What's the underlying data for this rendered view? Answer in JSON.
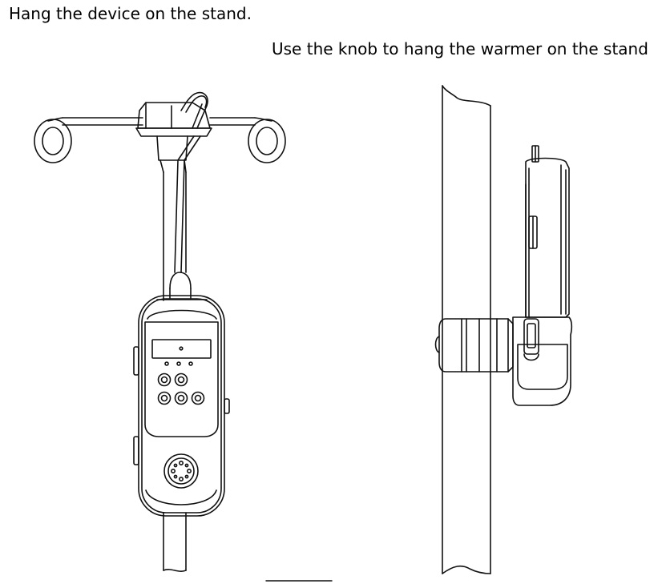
{
  "captions": {
    "left": "Hang the device on the stand.",
    "right": "Use the knob to hang the warmer on the stand"
  },
  "colors": {
    "background": "#ffffff",
    "line": "#111111",
    "text": "#000000"
  },
  "illustrations": {
    "left": "front-view-device-hanging-on-iv-pole",
    "right": "side-view-warmer-knob-on-pole"
  }
}
